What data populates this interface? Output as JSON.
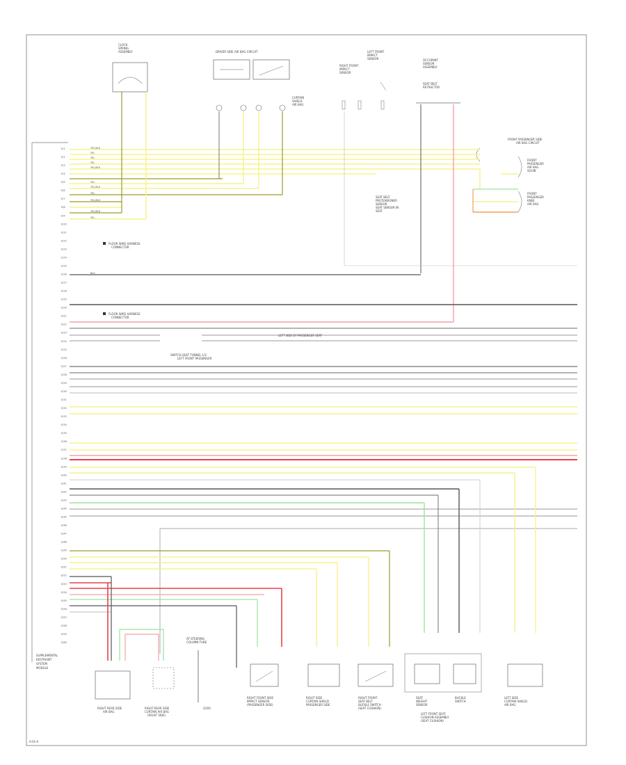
{
  "colors": {
    "yellow": "#f6f38a",
    "yellow_dark": "#d8d45a",
    "olive": "#9a9a2a",
    "red": "#f08080",
    "red_strong": "#e8404a",
    "pink": "#f4a0a8",
    "green": "#9be39b",
    "gray": "#a8a8a8",
    "gray_dark": "#555555",
    "black": "#333333",
    "orange": "#f0a050",
    "frame": "#555555"
  },
  "page_label": "A-01-A",
  "left_connector": {
    "module_label": [
      "SUPPLEMENTAL",
      "RESTRAINT",
      "SYSTEM",
      "MODULE"
    ],
    "pins": [
      "E/1",
      "E/2",
      "E/3",
      "E/4",
      "E/5",
      "E/6",
      "E/7",
      "E/8",
      "E/9",
      "E/10",
      "E/11",
      "E/12",
      "E/13",
      "E/14",
      "E/15",
      "E/16",
      "E/17",
      "E/18",
      "E/19",
      "E/20",
      "E/21",
      "E/22",
      "E/23",
      "E/24",
      "E/25",
      "E/26",
      "E/27",
      "E/28",
      "E/29",
      "E/30",
      "E/31",
      "E/32",
      "E/33",
      "E/34",
      "E/35",
      "E/36",
      "E/37",
      "E/38",
      "E/39",
      "E/40",
      "E/41",
      "E/42",
      "E/43",
      "E/44",
      "E/45",
      "E/46",
      "E/47",
      "E/48",
      "E/49",
      "E/50",
      "E/51",
      "E/52",
      "E/53",
      "E/54",
      "E/55",
      "E/56",
      "E/57",
      "E/58",
      "E/59",
      "E/60"
    ]
  },
  "top_components": {
    "spiral_cable": [
      "CLOCK",
      "SPRING",
      "ASSEMBLY"
    ],
    "driver_airbag": "DRIVER SIDE AIR BAG CIRCUIT",
    "right_front_impact": [
      "RIGHT FRONT",
      "IMPACT",
      "SENSOR"
    ],
    "left_front_impact": [
      "LEFT FRONT",
      "IMPACT",
      "SENSOR"
    ],
    "occupant_sensor": [
      "OCCUPANT",
      "SENSOR",
      "ASSEMBLY"
    ],
    "curtain_shield": [
      "CURTAIN",
      "SHIELD",
      "AIR BAG"
    ],
    "right_passenger": "FRONT PASSENGER SIDE",
    "right_passenger_sub": "AIR BAG CIRCUIT",
    "seat_belt_retractor": [
      "SEAT BELT",
      "RETRACTOR"
    ],
    "passenger_items": [
      "FRONT",
      "PASSENGER",
      "AIR BAG",
      "SQUIB"
    ],
    "passenger_items_2": [
      "FRONT",
      "PASSENGER",
      "KNEE",
      "AIR BAG"
    ],
    "pretensioner": [
      "SEAT BELT",
      "PRETENSIONER",
      "SENSOR"
    ],
    "seat_sensor_note": "SEAT SENSOR IN",
    "seat_sensor_note_2": "SEAT"
  },
  "wires": {
    "top_rows": [
      "YEL/BLK",
      "YEL",
      "YEL",
      "YEL",
      "YEL/BLK",
      "YEL",
      "YEL/BLK",
      "YEL",
      "YEL/BLK",
      "YEL/BLK",
      "YEL"
    ],
    "note1": [
      "FLOOR WIRE HARNESS",
      "CONNECTOR"
    ],
    "note2": [
      "FLOOR WIRE HARNESS",
      "CONNECTOR"
    ],
    "gnd_label": "BLK",
    "center_note": [
      "SWITCH SEAT TUNNEL 1/2",
      "LEFT FRONT PASSENGER"
    ],
    "center_right_note": "LEFT SIDE OF PASSENGER SEAT"
  },
  "bottom_components": [
    {
      "id": "rear-side",
      "label": [
        "RIGHT REAR SIDE",
        "AIR BAG"
      ]
    },
    {
      "id": "rear-curtain",
      "label": [
        "RIGHT REAR SIDE",
        "CURTAIN AIR BAG",
        "(RIGHT SIDE)"
      ]
    },
    {
      "id": "ground",
      "label": [
        "AT STEERING",
        "COLUMN TUBE"
      ]
    },
    {
      "id": "gnd-point",
      "label": [
        "G200"
      ]
    },
    {
      "id": "front-impact",
      "label": [
        "RIGHT FRONT SIDE",
        "IMPACT SENSOR",
        "(PASSENGER SIDE)"
      ]
    },
    {
      "id": "rear-impact",
      "label": [
        "RIGHT SIDE",
        "CURTAIN SHIELD",
        "PASSENGER SIDE"
      ]
    },
    {
      "id": "front-door",
      "label": [
        "RIGHT FRONT",
        "SEAT BELT",
        "BUCKLE SWITCH",
        "(SEAT CUSHION)"
      ]
    },
    {
      "id": "seat-weight",
      "label": [
        "SEAT",
        "WEIGHT",
        "SENSOR"
      ]
    },
    {
      "id": "buckle",
      "label": [
        "BUCKLE",
        "SWITCH"
      ]
    },
    {
      "id": "left-side",
      "label": [
        "LEFT SIDE",
        "CURTAIN SHIELD",
        "AIR BAG"
      ]
    }
  ],
  "bottom_note": [
    "LEFT FRONT SEAT",
    "CUSHION ASSEMBLY",
    "(SEAT CUSHION)"
  ]
}
